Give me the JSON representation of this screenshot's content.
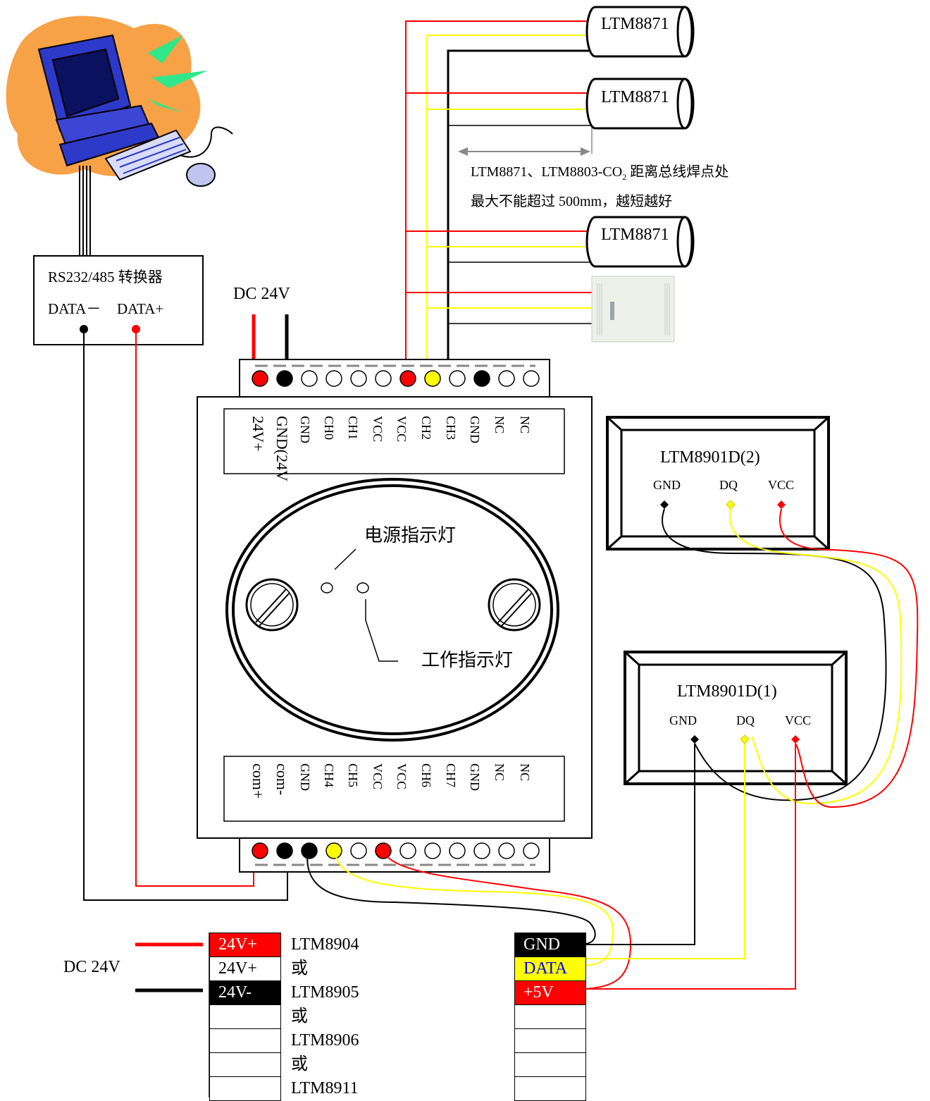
{
  "converter": {
    "title": "RS232/485 转换器",
    "data_minus": "DATA－",
    "data_plus": "DATA+"
  },
  "power_top": {
    "label": "DC 24V"
  },
  "power_bottom": {
    "label": "DC 24V"
  },
  "sensors": [
    "LTM8871",
    "LTM8871",
    "LTM8871"
  ],
  "note": {
    "line1": "LTM8871、LTM8803-CO",
    "line1_sub": "2",
    "line1_tail": " 距离总线焊点处",
    "line2": "最大不能超过 500mm，越短越好"
  },
  "module": {
    "top_pins": [
      "24V+",
      "GND(24V",
      "GND",
      "CH0",
      "CH1",
      "VCC",
      "VCC",
      "CH2",
      "CH3",
      "GND",
      "NC",
      "NC"
    ],
    "bottom_pins": [
      "com+",
      "com-",
      "GND",
      "CH4",
      "CH5",
      "VCC",
      "VCC",
      "CH6",
      "CH7",
      "GND",
      "NC",
      "NC"
    ],
    "power_led": "电源指示灯",
    "work_led": "工作指示灯"
  },
  "probe2": {
    "name": "LTM8901D(2)",
    "gnd": "GND",
    "dq": "DQ",
    "vcc": "VCC"
  },
  "probe1": {
    "name": "LTM8901D(1)",
    "gnd": "GND",
    "dq": "DQ",
    "vcc": "VCC"
  },
  "power_table": {
    "left": [
      "24V+",
      "24V+",
      "24V-",
      "",
      "",
      "",
      ""
    ],
    "middle": [
      "LTM8904",
      "或",
      "LTM8905",
      "或",
      "LTM8906",
      "或",
      "LTM8911"
    ],
    "right": [
      "GND",
      "DATA",
      "+5V",
      "",
      "",
      "",
      ""
    ]
  },
  "colors": {
    "red": "#ff0000",
    "yellow": "#ffff00",
    "black": "#000000",
    "accent_orange": "#f7a247",
    "pc_blue": "#2d39c8",
    "data_text_blue": "#0000ff"
  }
}
